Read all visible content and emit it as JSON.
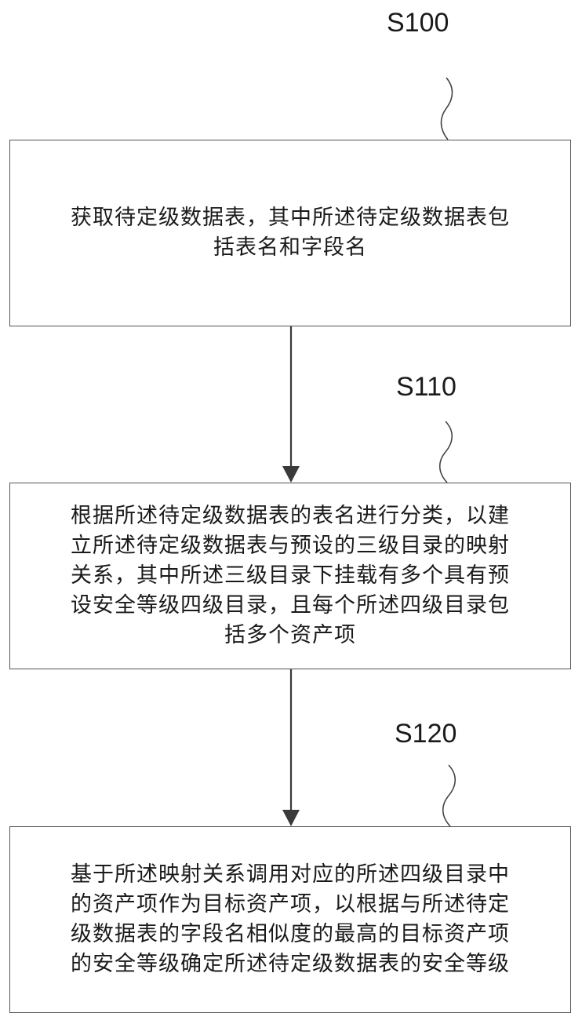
{
  "steps": [
    {
      "label": "S100",
      "lines": [
        "获取待定级数据表，其中所述待定级数据表包",
        "括表名和字段名"
      ]
    },
    {
      "label": "S110",
      "lines": [
        "根据所述待定级数据表的表名进行分类，以建",
        "立所述待定级数据表与预设的三级目录的映射",
        "关系，其中所述三级目录下挂载有多个具有预",
        "设安全等级四级目录，且每个所述四级目录包",
        "括多个资产项"
      ]
    },
    {
      "label": "S120",
      "lines": [
        "基于所述映射关系调用对应的所述四级目录中",
        "的资产项作为目标资产项，以根据与所述待定",
        "级数据表的字段名相似度的最高的目标资产项",
        "的安全等级确定所述待定级数据表的安全等级"
      ]
    }
  ]
}
